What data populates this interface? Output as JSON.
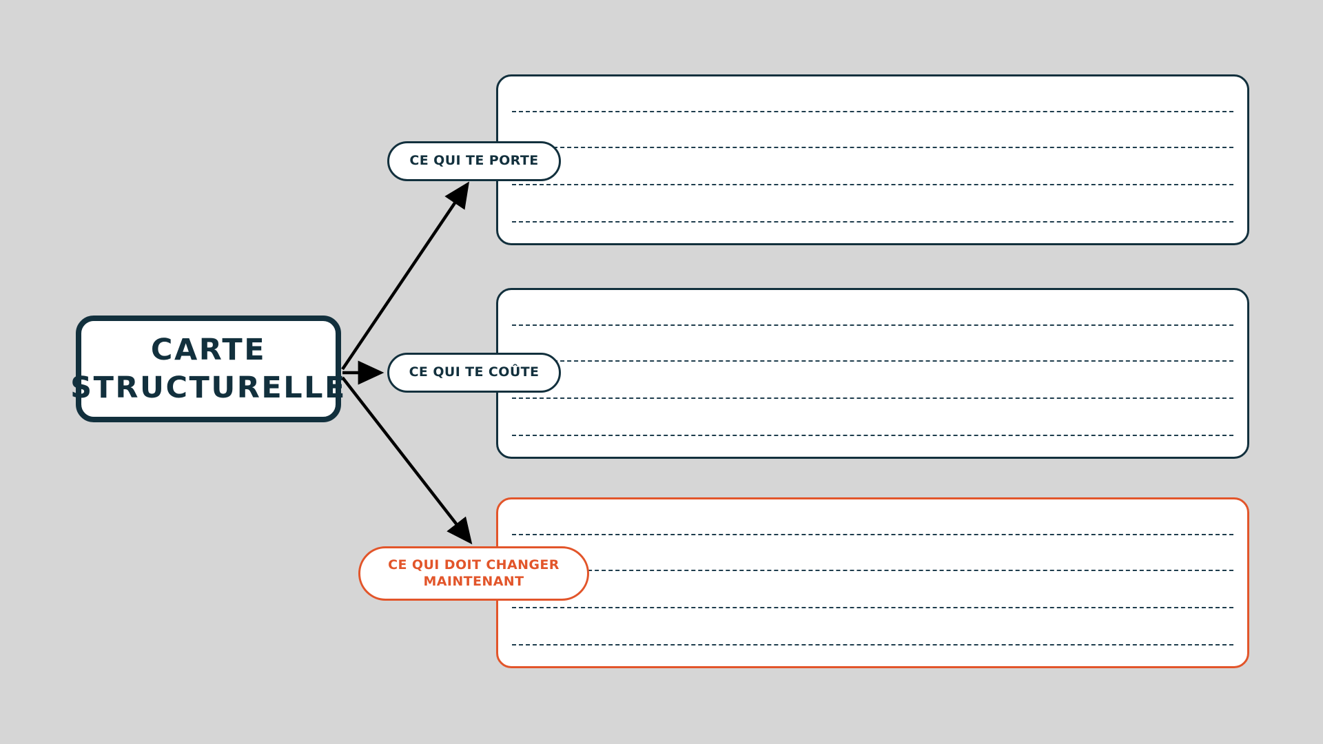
{
  "page": {
    "background_color": "#d6d6d6",
    "navy": "#12303d",
    "orange": "#e2552a",
    "rule_color": "#1d3c4c"
  },
  "root": {
    "label": "CARTE\nSTRUCTURELLE"
  },
  "branches": [
    {
      "id": "porte",
      "pill_label": "CE QUI TE PORTE",
      "accent": "#12303d",
      "line_count": 4
    },
    {
      "id": "coute",
      "pill_label": "CE QUI TE COÛTE",
      "accent": "#12303d",
      "line_count": 4
    },
    {
      "id": "changer",
      "pill_label": "CE QUI DOIT CHANGER\nMAINTENANT",
      "accent": "#e2552a",
      "line_count": 4
    }
  ]
}
